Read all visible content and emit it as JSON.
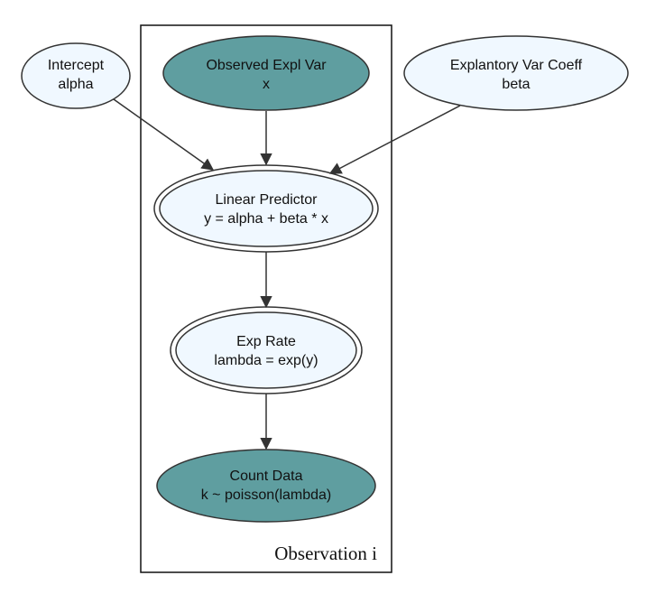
{
  "plate": {
    "label": "Observation i"
  },
  "nodes": {
    "intercept": {
      "line1": "Intercept",
      "line2": "alpha"
    },
    "observed": {
      "line1": "Observed Expl Var",
      "line2": "x"
    },
    "coeff": {
      "line1": "Explantory Var Coeff",
      "line2": "beta"
    },
    "linear": {
      "line1": "Linear Predictor",
      "line2": "y = alpha + beta * x"
    },
    "rate": {
      "line1": "Exp Rate",
      "line2": "lambda = exp(y)"
    },
    "count": {
      "line1": "Count Data",
      "line2": "k ~ poisson(lambda)"
    }
  },
  "edges": [
    {
      "from": "intercept",
      "to": "linear"
    },
    {
      "from": "observed",
      "to": "linear"
    },
    {
      "from": "coeff",
      "to": "linear"
    },
    {
      "from": "linear",
      "to": "rate"
    },
    {
      "from": "rate",
      "to": "count"
    }
  ],
  "colors": {
    "observed_fill": "#5f9ea0",
    "latent_fill": "#f0f8ff",
    "stroke": "#333333"
  }
}
